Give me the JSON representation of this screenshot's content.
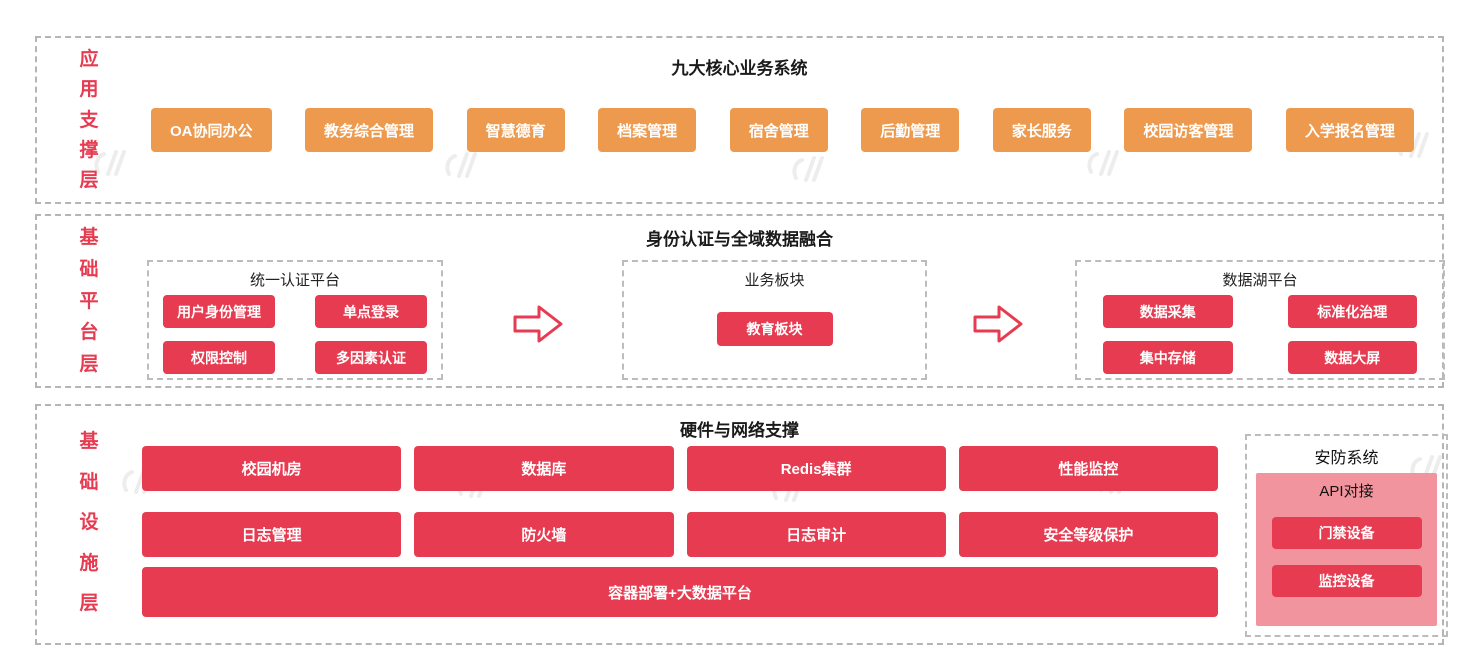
{
  "colors": {
    "accent_red": "#e63b50",
    "accent_orange": "#ed9a4e",
    "panel_pink": "#f2949e",
    "dashed_border": "#b5b5b5"
  },
  "icons": {
    "flow_arrow": "arrow-right-icon",
    "watermark": "logo-watermark"
  },
  "layers": {
    "app": {
      "label": "应用支撑层",
      "title": "九大核心业务系统",
      "items": [
        "OA协同办公",
        "教务综合管理",
        "智慧德育",
        "档案管理",
        "宿舍管理",
        "后勤管理",
        "家长服务",
        "校园访客管理",
        "入学报名管理"
      ]
    },
    "platform": {
      "label": "基础平台层",
      "title": "身份认证与全域数据融合",
      "groups": [
        {
          "title": "统一认证平台",
          "items": [
            "用户身份管理",
            "单点登录",
            "权限控制",
            "多因素认证"
          ]
        },
        {
          "title": "业务板块",
          "items": [
            "教育板块"
          ]
        },
        {
          "title": "数据湖平台",
          "items": [
            "数据采集",
            "标准化治理",
            "集中存储",
            "数据大屏"
          ]
        }
      ]
    },
    "infra": {
      "label": "基础设施层",
      "title": "硬件与网络支撑",
      "grid": [
        "校园机房",
        "数据库",
        "Redis集群",
        "性能监控",
        "日志管理",
        "防火墙",
        "日志审计",
        "安全等级保护"
      ],
      "wide": "容器部署+大数据平台",
      "security": {
        "title": "安防系统",
        "subtitle": "API对接",
        "items": [
          "门禁设备",
          "监控设备"
        ]
      }
    }
  }
}
